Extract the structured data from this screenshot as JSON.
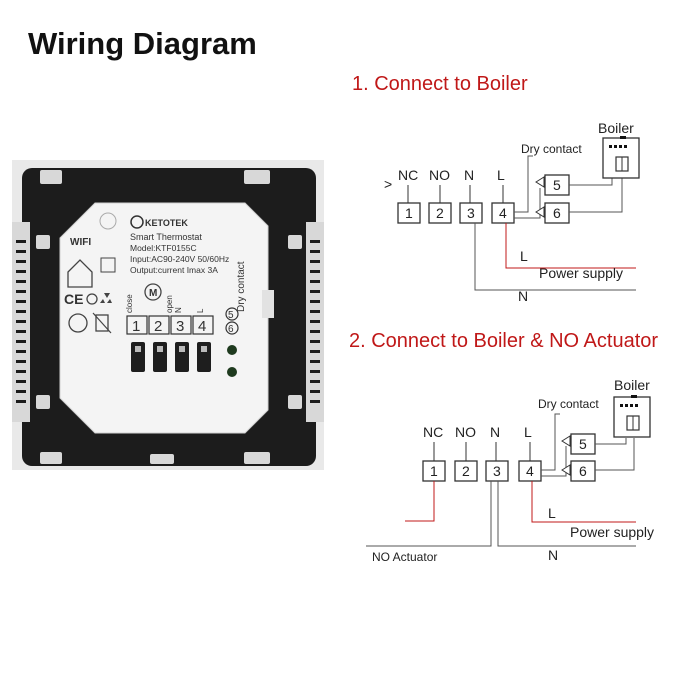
{
  "page_title": "Wiring Diagram",
  "device": {
    "brand": "KETOTEK",
    "product": "Smart Thermostat",
    "model": "Model:KTF0155C",
    "input": "Input:AC90-240V 50/60Hz",
    "output": "Output:current Imax 3A",
    "wifi_label": "WIFI",
    "terminals": [
      "1",
      "2",
      "3",
      "4",
      "5",
      "6"
    ],
    "labels_rotated": [
      "close",
      "open",
      "N",
      "L"
    ],
    "dry_contact": "Dry contact"
  },
  "section1": {
    "title": "1. Connect to Boiler",
    "terminal_labels": [
      "NC",
      "NO",
      "N",
      "L"
    ],
    "terminals": [
      "1",
      "2",
      "3",
      "4"
    ],
    "boiler_label": "Boiler",
    "dry_contact_label": "Dry contact",
    "boiler_terminals": [
      "5",
      "6"
    ],
    "l_label": "L",
    "power_supply_label": "Power supply",
    "n_label": "N"
  },
  "section2": {
    "title": "2. Connect to Boiler & NO Actuator",
    "terminal_labels": [
      "NC",
      "NO",
      "N",
      "L"
    ],
    "terminals": [
      "1",
      "2",
      "3",
      "4"
    ],
    "boiler_label": "Boiler",
    "dry_contact_label": "Dry contact",
    "boiler_terminals": [
      "5",
      "6"
    ],
    "l_label": "L",
    "power_supply_label": "Power supply",
    "n_label": "N",
    "no_actuator_label": "NO Actuator"
  },
  "colors": {
    "accent_red": "#c01818",
    "line_gray": "#555555",
    "frame_dark": "#1c1c1c"
  }
}
